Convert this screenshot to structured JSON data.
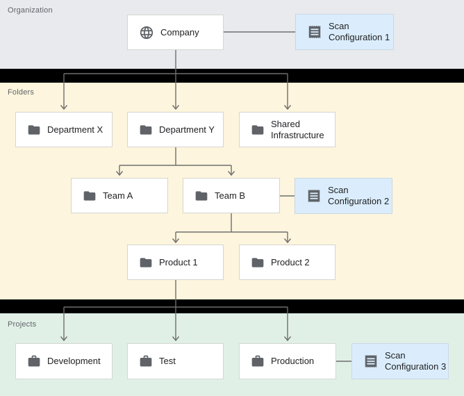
{
  "sections": {
    "organization": {
      "label": "Organization"
    },
    "folders": {
      "label": "Folders"
    },
    "projects": {
      "label": "Projects"
    }
  },
  "nodes": {
    "company": {
      "label": "Company",
      "icon": "globe-icon"
    },
    "scan_configuration_1": {
      "label": "Scan Configuration 1",
      "icon": "receipt-icon"
    },
    "department_x": {
      "label": "Department X",
      "icon": "folder-icon"
    },
    "department_y": {
      "label": "Department Y",
      "icon": "folder-icon"
    },
    "shared_infrastructure": {
      "label": "Shared Infrastructure",
      "icon": "folder-icon"
    },
    "team_a": {
      "label": "Team A",
      "icon": "folder-icon"
    },
    "team_b": {
      "label": "Team B",
      "icon": "folder-icon"
    },
    "scan_configuration_2": {
      "label": "Scan Configuration 2",
      "icon": "receipt-icon"
    },
    "product_1": {
      "label": "Product 1",
      "icon": "folder-icon"
    },
    "product_2": {
      "label": "Product 2",
      "icon": "folder-icon"
    },
    "development": {
      "label": "Development",
      "icon": "briefcase-icon"
    },
    "test": {
      "label": "Test",
      "icon": "briefcase-icon"
    },
    "production": {
      "label": "Production",
      "icon": "briefcase-icon"
    },
    "scan_configuration_3": {
      "label": "Scan Configuration 3",
      "icon": "receipt-icon"
    }
  },
  "edges": [
    {
      "from": "company",
      "to": "department_x",
      "type": "arrow"
    },
    {
      "from": "company",
      "to": "department_y",
      "type": "arrow"
    },
    {
      "from": "company",
      "to": "shared_infrastructure",
      "type": "arrow"
    },
    {
      "from": "company",
      "to": "scan_configuration_1",
      "type": "plain"
    },
    {
      "from": "department_y",
      "to": "team_a",
      "type": "arrow"
    },
    {
      "from": "department_y",
      "to": "team_b",
      "type": "arrow"
    },
    {
      "from": "team_b",
      "to": "scan_configuration_2",
      "type": "plain"
    },
    {
      "from": "team_b",
      "to": "product_1",
      "type": "arrow"
    },
    {
      "from": "team_b",
      "to": "product_2",
      "type": "arrow"
    },
    {
      "from": "product_1",
      "to": "development",
      "type": "arrow"
    },
    {
      "from": "product_1",
      "to": "test",
      "type": "arrow"
    },
    {
      "from": "product_1",
      "to": "production",
      "type": "arrow"
    },
    {
      "from": "production",
      "to": "scan_configuration_3",
      "type": "plain"
    }
  ],
  "colors": {
    "organization_band": "#e8eaed",
    "folders_band": "#fdf5dd",
    "projects_band": "#e1f0e7",
    "divider_bar": "#000000",
    "node_background": "#ffffff",
    "node_border": "#d4d6d2",
    "scan_background": "#dbedfc",
    "scan_border": "#c9d8e4",
    "connector": "#6e6e6e",
    "icon": "#5f6368",
    "node_text": "#202124",
    "section_label": "#5f6368"
  }
}
